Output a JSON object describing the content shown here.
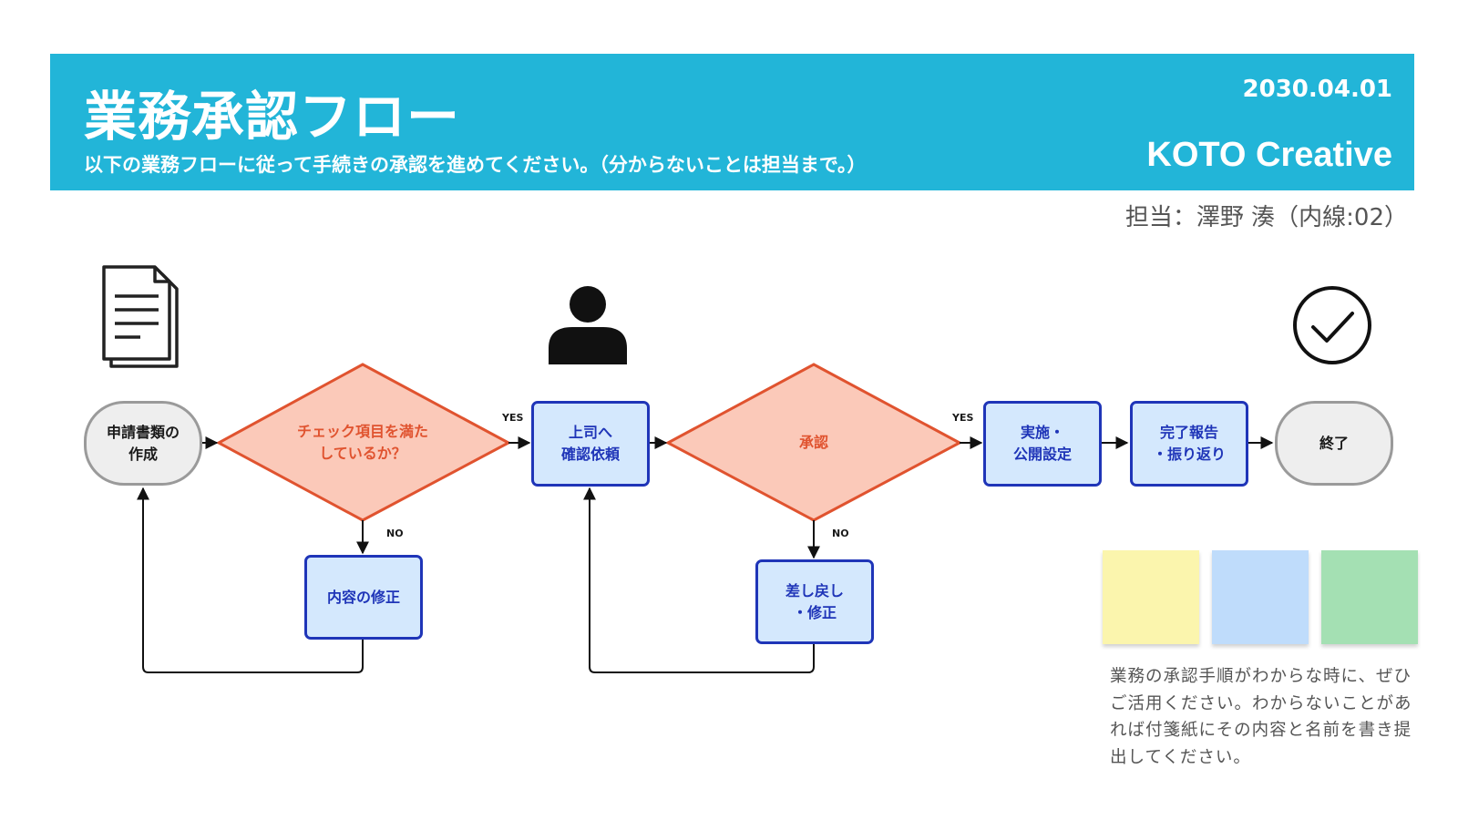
{
  "header": {
    "title": "業務承認フロー",
    "subtitle": "以下の業務フローに従って手続きの承認を進めてください。（分からないことは担当まで。）",
    "date": "2030.04.01",
    "company": "KOTO Creative",
    "bg_color": "#22b5d8"
  },
  "contact": "担当：澤野 湊（内線:02）",
  "icons": [
    "document-icon",
    "person-icon",
    "checkmark-icon"
  ],
  "flow": {
    "start": "申請書類の\n作成",
    "decision_check": "チェック項目を満た\nしているか？",
    "fix_content": "内容の修正",
    "request": "上司へ\n確認依頼",
    "decision_approve": "承認",
    "send_back": "差し戻し\n・修正",
    "implement": "実施・\n公開設定",
    "report": "完了報告\n・振り返り",
    "end": "終了",
    "yes_label": "YES",
    "no_label": "NO"
  },
  "colors": {
    "terminal_fill": "#eeeeee",
    "process_fill": "#d4e8fd",
    "process_border": "#1f35b8",
    "decision_fill": "#fbc9b9",
    "decision_border": "#e0532f"
  },
  "sticky_notes": [
    "#fbf5ad",
    "#bfdcfb",
    "#a4e0b3"
  ],
  "notice": "業務の承認手順がわからな時に、ぜひご活用ください。わからないことがあれば付箋紙にその内容と名前を書き提出してください。"
}
